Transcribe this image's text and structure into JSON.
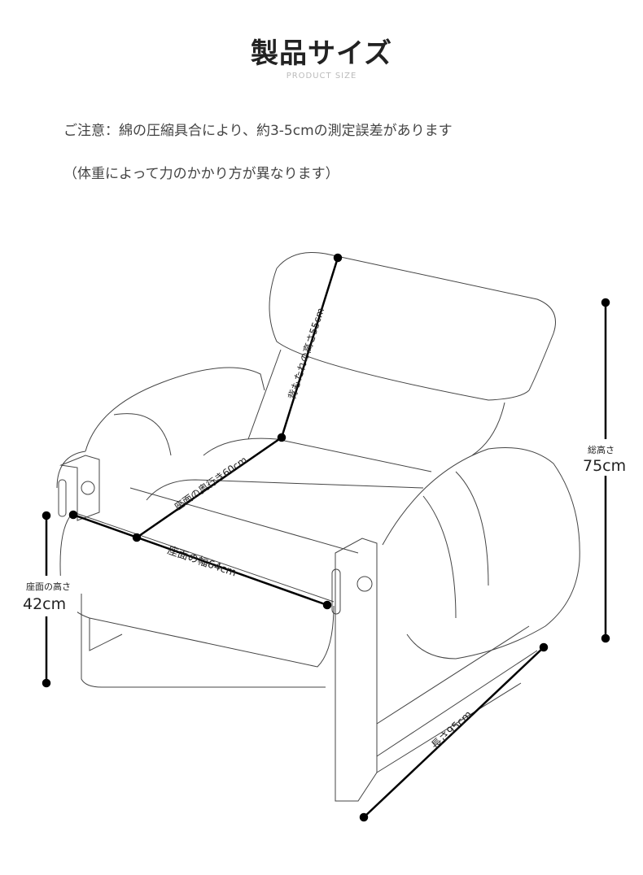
{
  "header": {
    "title": "製品サイズ",
    "subtitle": "PRODUCT SIZE"
  },
  "notes": [
    "ご注意：綿の圧縮具合により、約3-5cmの測定誤差があります",
    "（体重によって力のかかり方が異なります）"
  ],
  "dimensions": {
    "backrest_height": "背もたれの高さ55cm",
    "seat_depth": "座面の奥行き60cm",
    "seat_width": "座面の幅64cm",
    "seat_height_label": "座面の高さ",
    "seat_height_value": "42cm",
    "total_height_label": "総高さ",
    "total_height_value": "75cm",
    "length": "長さ95cm"
  }
}
